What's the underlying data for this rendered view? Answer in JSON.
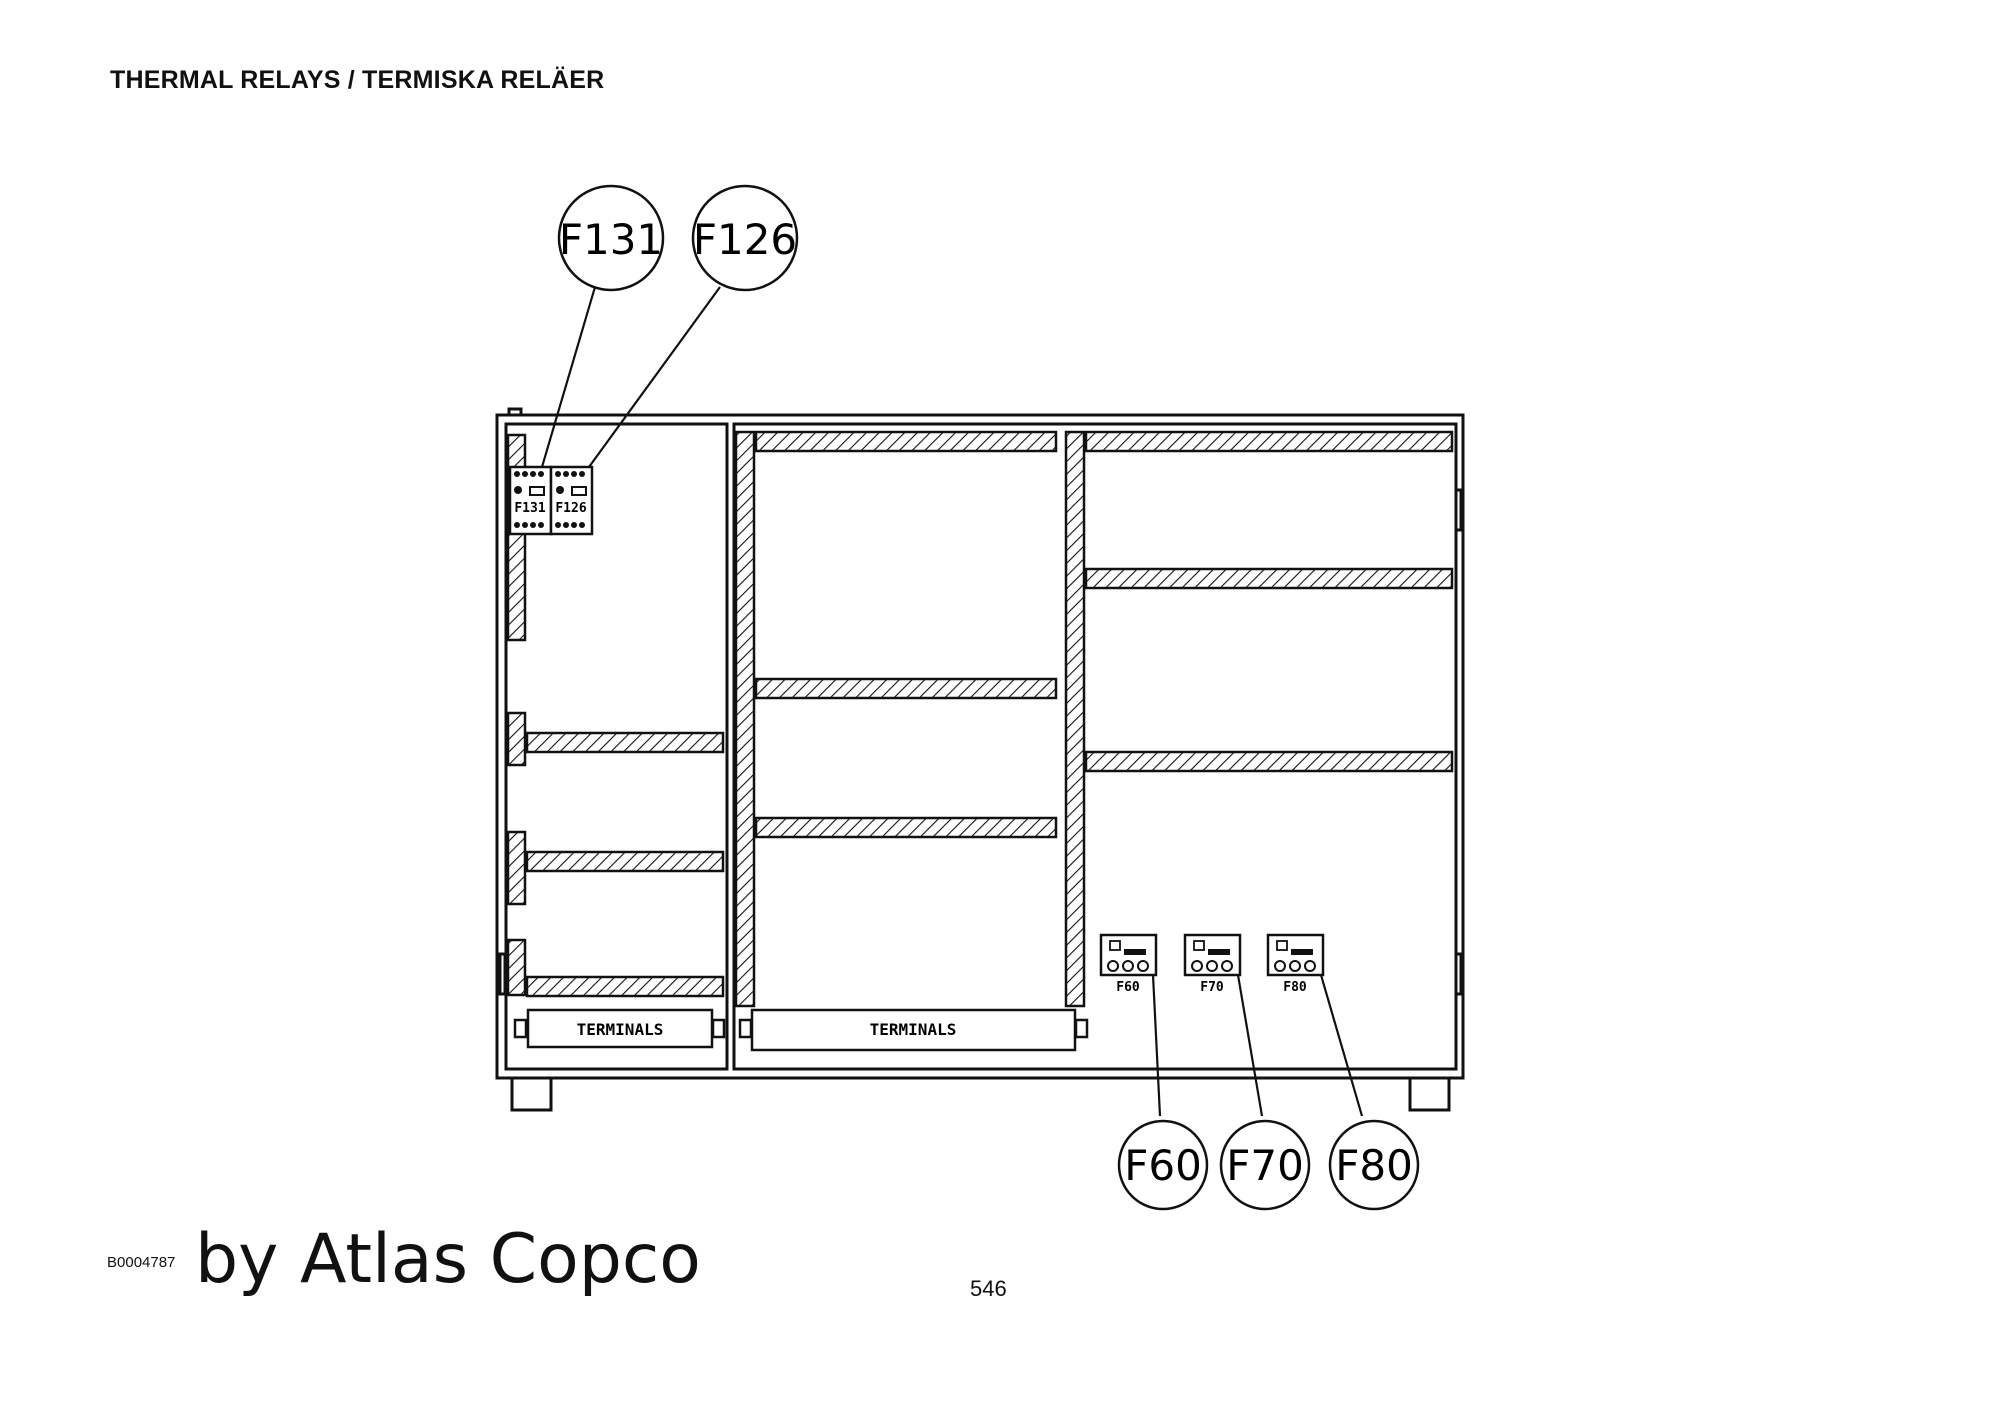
{
  "header": {
    "title": "THERMAL RELAYS / TERMISKA RELÄER"
  },
  "footer": {
    "doc_id": "B0004787",
    "brand": "by Atlas Copco",
    "page_number": "546"
  },
  "diagram": {
    "callouts": [
      {
        "id": "F131",
        "label": "F131"
      },
      {
        "id": "F126",
        "label": "F126"
      },
      {
        "id": "F60",
        "label": "F60"
      },
      {
        "id": "F70",
        "label": "F70"
      },
      {
        "id": "F80",
        "label": "F80"
      }
    ],
    "relay_labels": {
      "f131": "F131",
      "f126": "F126",
      "f60": "F60",
      "f70": "F70",
      "f80": "F80"
    },
    "terminals": {
      "left": "TERMINALS",
      "middle": "TERMINALS"
    }
  }
}
